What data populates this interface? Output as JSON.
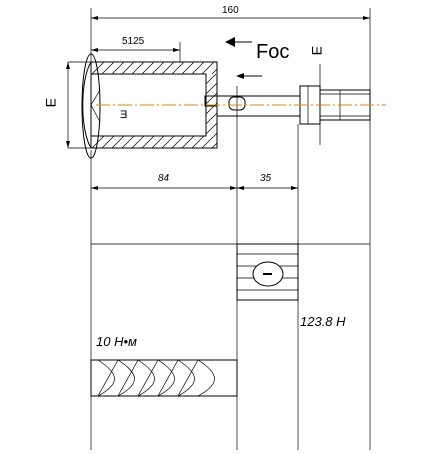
{
  "drawing": {
    "dim_total": "160",
    "dim_inner": "5125",
    "dim_left": "84",
    "dim_right": "35",
    "force_label": "Foc",
    "axial_force": "123.8 H",
    "moment_label": "10  H•м",
    "diameter_symbol": "Ǝ",
    "hatch_color": "#000000",
    "axis_color": "#e08a00"
  }
}
